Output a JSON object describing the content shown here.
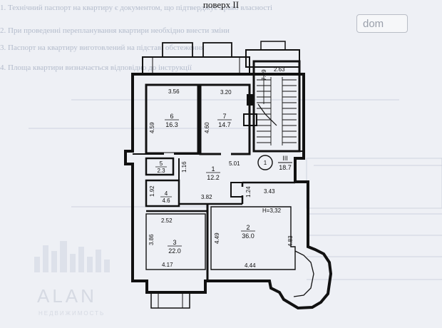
{
  "floor_title": "поверх II",
  "watermark": {
    "brand": "ALAN",
    "tagline": "НЕДВИЖИМОСТЬ"
  },
  "badge": {
    "site": "dom"
  },
  "form_text": [
    "1. Технічний паспорт на квартиру є документом, що підтверджує право власності",
    "2. При проведенні перепланування квартири необхідно внести зміни",
    "3. Паспорт на квартиру виготовлений на підставі обстеження",
    "4. Площа квартири визначається відповідно до інструкції"
  ],
  "plan": {
    "ceiling_height": "H=3,32",
    "rooms": [
      {
        "num": "1",
        "area": "12.2"
      },
      {
        "num": "2",
        "area": "36.0"
      },
      {
        "num": "3",
        "area": "22.0"
      },
      {
        "num": "4",
        "area": "4.6"
      },
      {
        "num": "5",
        "area": "2.3"
      },
      {
        "num": "6",
        "area": "16.3"
      },
      {
        "num": "7",
        "area": "14.7"
      }
    ],
    "stair": {
      "num": "1",
      "label": "III",
      "area": "18.7"
    },
    "dims": {
      "d1": "3.56",
      "d2": "3.20",
      "d3": "4.59",
      "d4": "4.60",
      "d5": "7.49",
      "d6": "2.63",
      "d7": "5.01",
      "d8": "1.16",
      "d9": "1.92",
      "d10": "3.82",
      "d11": "1.24",
      "d12": "3.43",
      "d13": "2.52",
      "d14": "3.86",
      "d15": "4.49",
      "d16": "4.83",
      "d17": "4.17",
      "d18": "4.44"
    }
  }
}
